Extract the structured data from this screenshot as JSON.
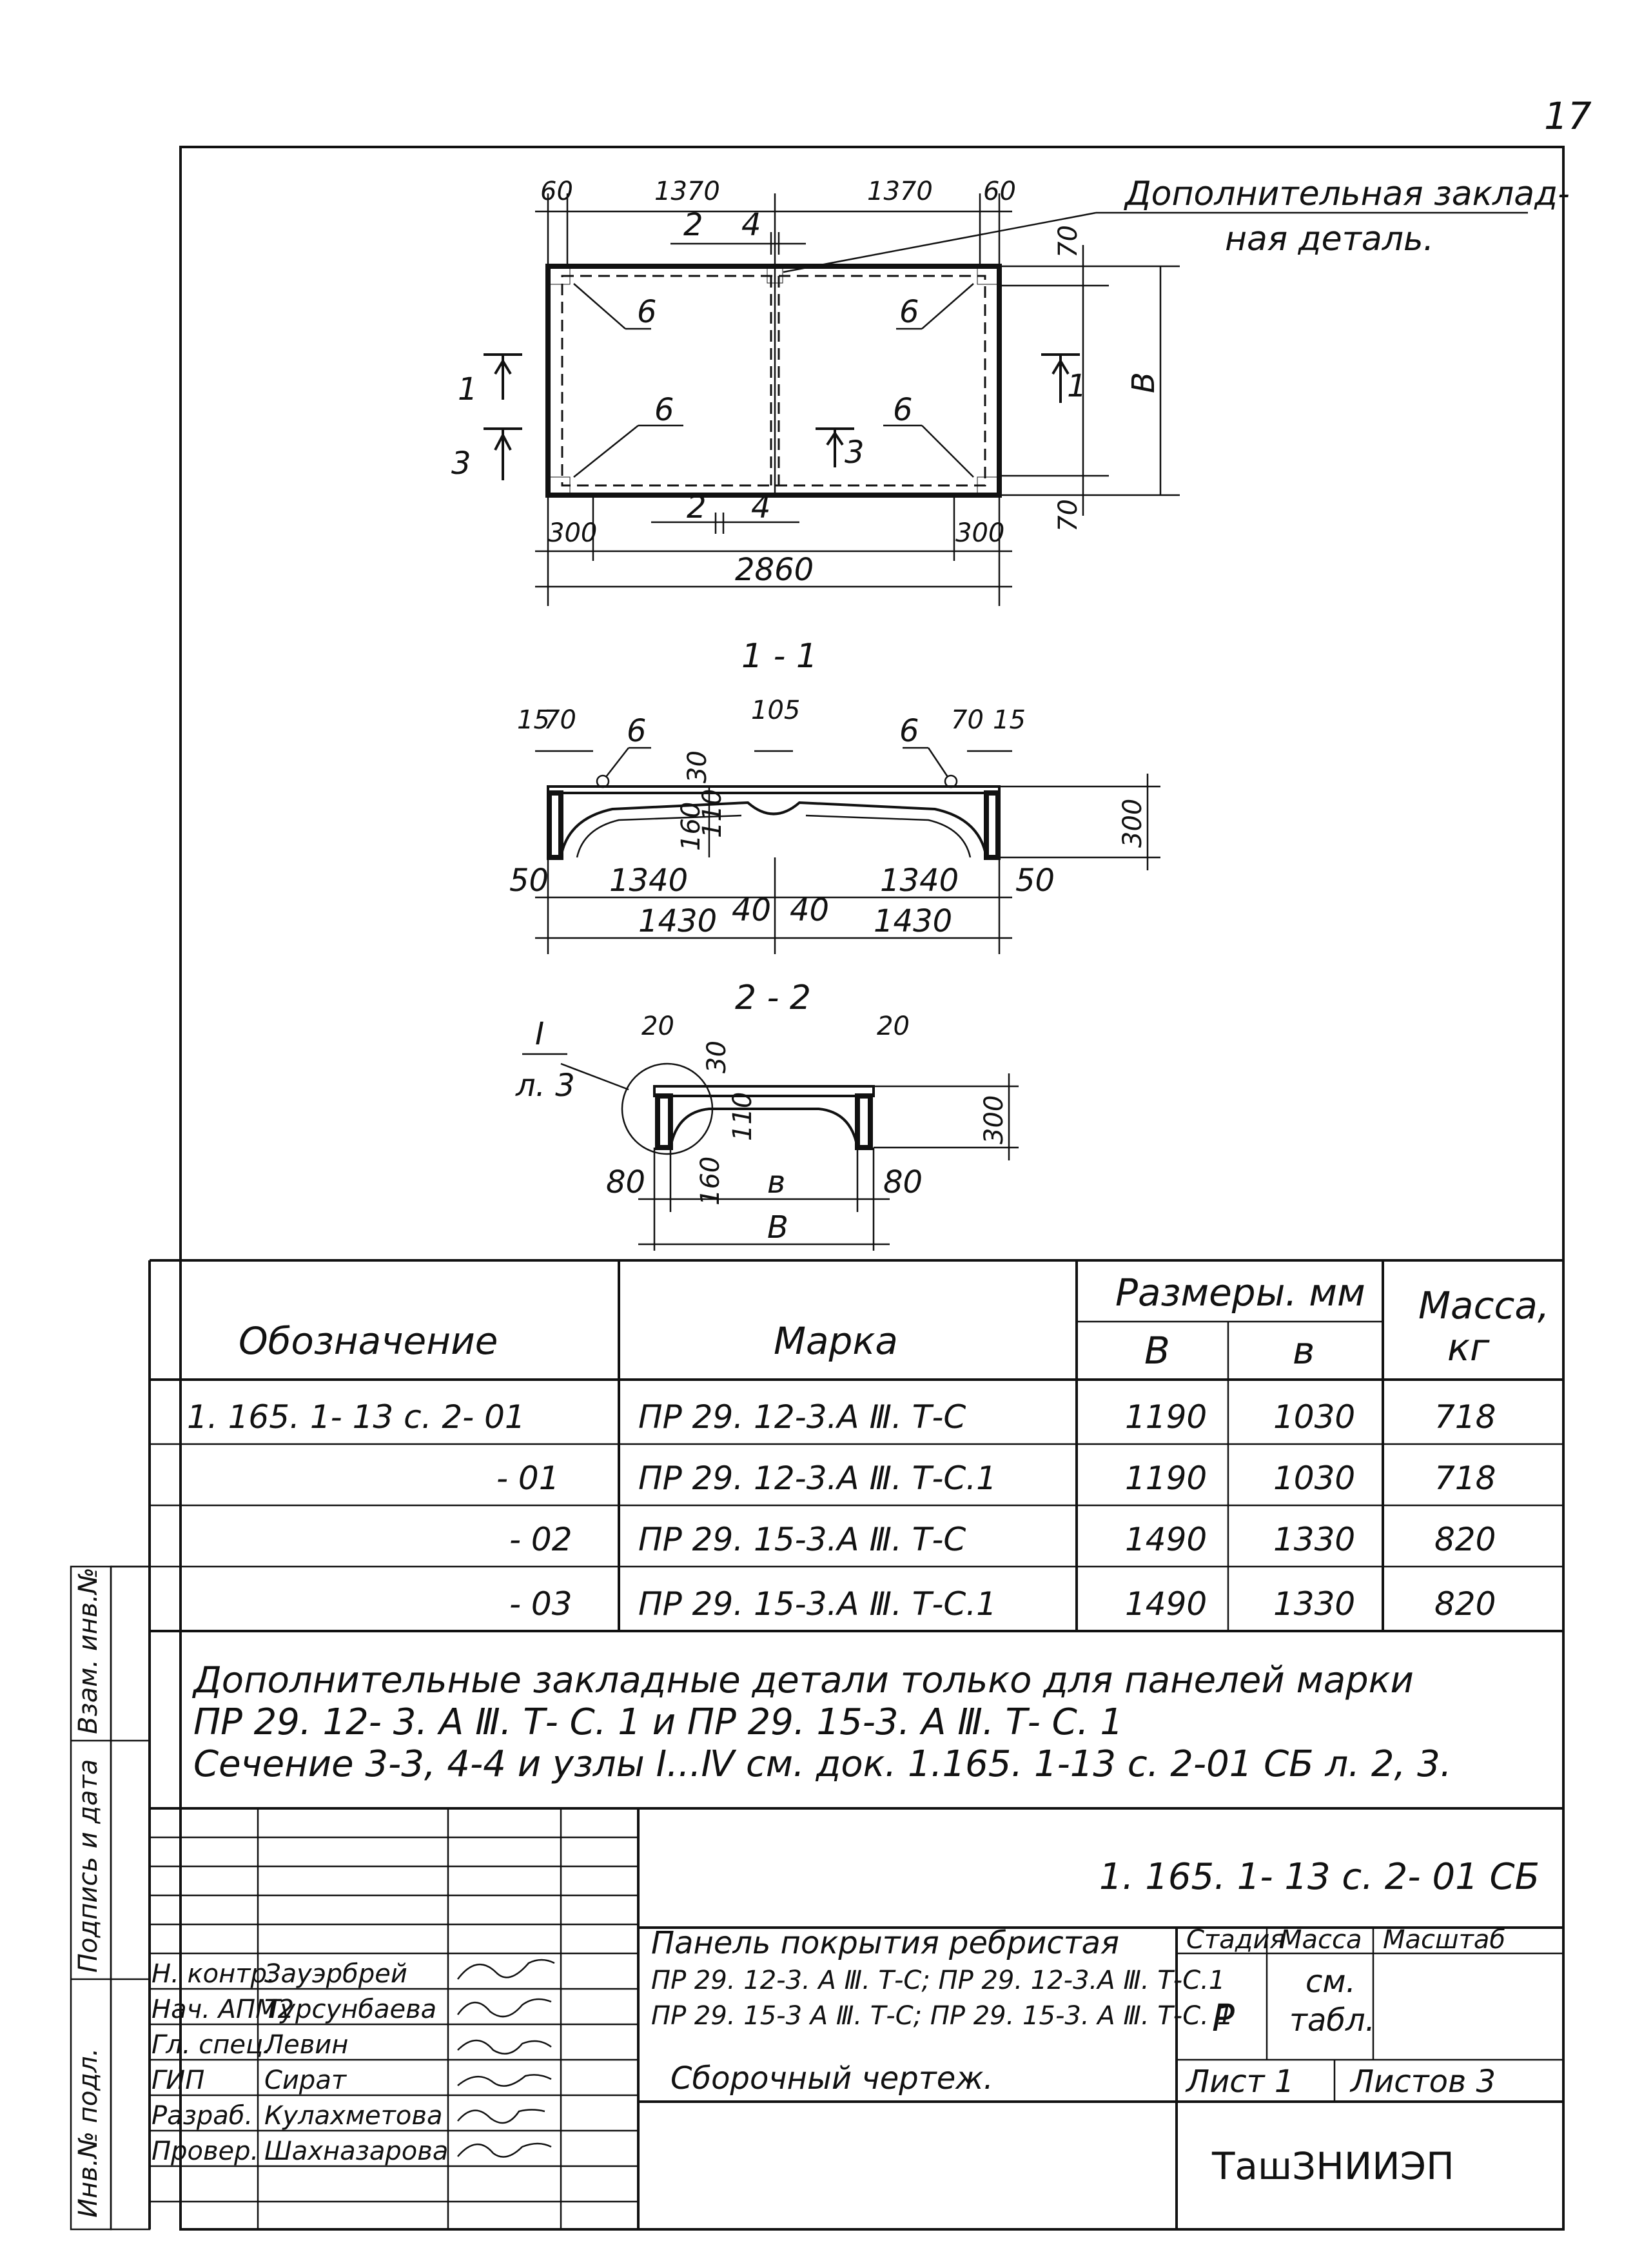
{
  "page_number": "17",
  "callout": {
    "line1": "Дополнительная заклад-",
    "line2": "ная деталь."
  },
  "plan": {
    "dim_60_left": "60",
    "dim_1370_left": "1370",
    "dim_1370_right": "1370",
    "dim_60_right": "60",
    "dim_2": "2",
    "dim_4": "4",
    "dim_2b": "2",
    "dim_4b": "4",
    "detail6": "6",
    "dim_70_top": "70",
    "dim_70_bottom": "70",
    "dim_B": "В",
    "sec1": "1",
    "sec3": "3",
    "dim_300_left": "300",
    "dim_300_right": "300",
    "dim_2860": "2860"
  },
  "section11": {
    "title": "1 - 1",
    "d15": "15",
    "d70": "70",
    "d105": "105",
    "d70r": "70",
    "d15r": "15",
    "d6": "6",
    "d30": "30",
    "d110": "110",
    "d160": "160",
    "d300": "300",
    "d50l": "50",
    "d1340l": "1340",
    "d1340r": "1340",
    "d50r": "50",
    "d1430l": "1430",
    "d40l": "40",
    "d40r": "40",
    "d1430r": "1430"
  },
  "section22": {
    "title": "2 - 2",
    "node_num": "I",
    "node_sheet": "л. 3",
    "d20l": "20",
    "d20r": "20",
    "d30": "30",
    "d110": "110",
    "d160": "160",
    "d300": "300",
    "d80l": "80",
    "d80r": "80",
    "d_b": "в",
    "d_B": "В"
  },
  "spec_table": {
    "col_designation": "Обозначение",
    "col_mark": "Марка",
    "col_sizes": "Размеры. мм",
    "col_B": "В",
    "col_b": "в",
    "col_mass": "Масса,",
    "col_mass_unit": "кг",
    "rows": [
      {
        "designation": "1. 165. 1- 13 с. 2- 01",
        "mark": "ПР 29. 12-3.А Ⅲ. Т-С",
        "B": "1190",
        "b": "1030",
        "mass": "718"
      },
      {
        "designation": "- 01",
        "mark": "ПР 29. 12-3.А Ⅲ. Т-С.1",
        "B": "1190",
        "b": "1030",
        "mass": "718"
      },
      {
        "designation": "- 02",
        "mark": "ПР 29. 15-3.А Ⅲ. Т-С",
        "B": "1490",
        "b": "1330",
        "mass": "820"
      },
      {
        "designation": "- 03",
        "mark": "ПР 29. 15-3.А Ⅲ. Т-С.1",
        "B": "1490",
        "b": "1330",
        "mass": "820"
      }
    ]
  },
  "notes": {
    "line1": "Дополнительные закладные детали только для панелей марки",
    "line2": "ПР 29. 12- 3. А Ⅲ. Т- С. 1 и ПР 29. 15-3. А Ⅲ. Т- С. 1",
    "line3": "Сечение 3-3, 4-4 и узлы I...Ⅳ см. док. 1.165. 1-13 с. 2-01 СБ л. 2, 3."
  },
  "side_stamp": {
    "inv_swap": "Взам. инв.№",
    "sign_date": "Подпись и дата",
    "inv_orig": "Инв.№ подл."
  },
  "title_block": {
    "doc_code": "1. 165. 1- 13 с. 2- 01 СБ",
    "title_line1": "Панель покрытия ребристая",
    "title_line2": "ПР 29. 12-3. А Ⅲ. Т-С; ПР 29. 12-3.А Ⅲ. Т-С.1",
    "title_line3": "ПР 29. 15-3 А Ⅲ. Т-С; ПР 29. 15-3. А Ⅲ. Т-С. 1",
    "doc_type": "Сборочный чертеж.",
    "stage_label": "Стадия",
    "mass_label": "Масса",
    "scale_label": "Масштаб",
    "stage_value": "Р",
    "mass_value_1": "см.",
    "mass_value_2": "табл.",
    "sheet_label": "Лист 1",
    "sheets_label": "Листов 3",
    "org": "ТашЗНИИЭП",
    "staff": [
      {
        "role": "Н. контр.",
        "name": "Зауэрбрей"
      },
      {
        "role": "Нач. АПМ2",
        "name": "Турсунбаева"
      },
      {
        "role": "Гл. спец.",
        "name": "Левин"
      },
      {
        "role": "ГИП",
        "name": "Сират"
      },
      {
        "role": "Разраб.",
        "name": "Кулахметова"
      },
      {
        "role": "Провер.",
        "name": "Шахназарова"
      }
    ]
  }
}
